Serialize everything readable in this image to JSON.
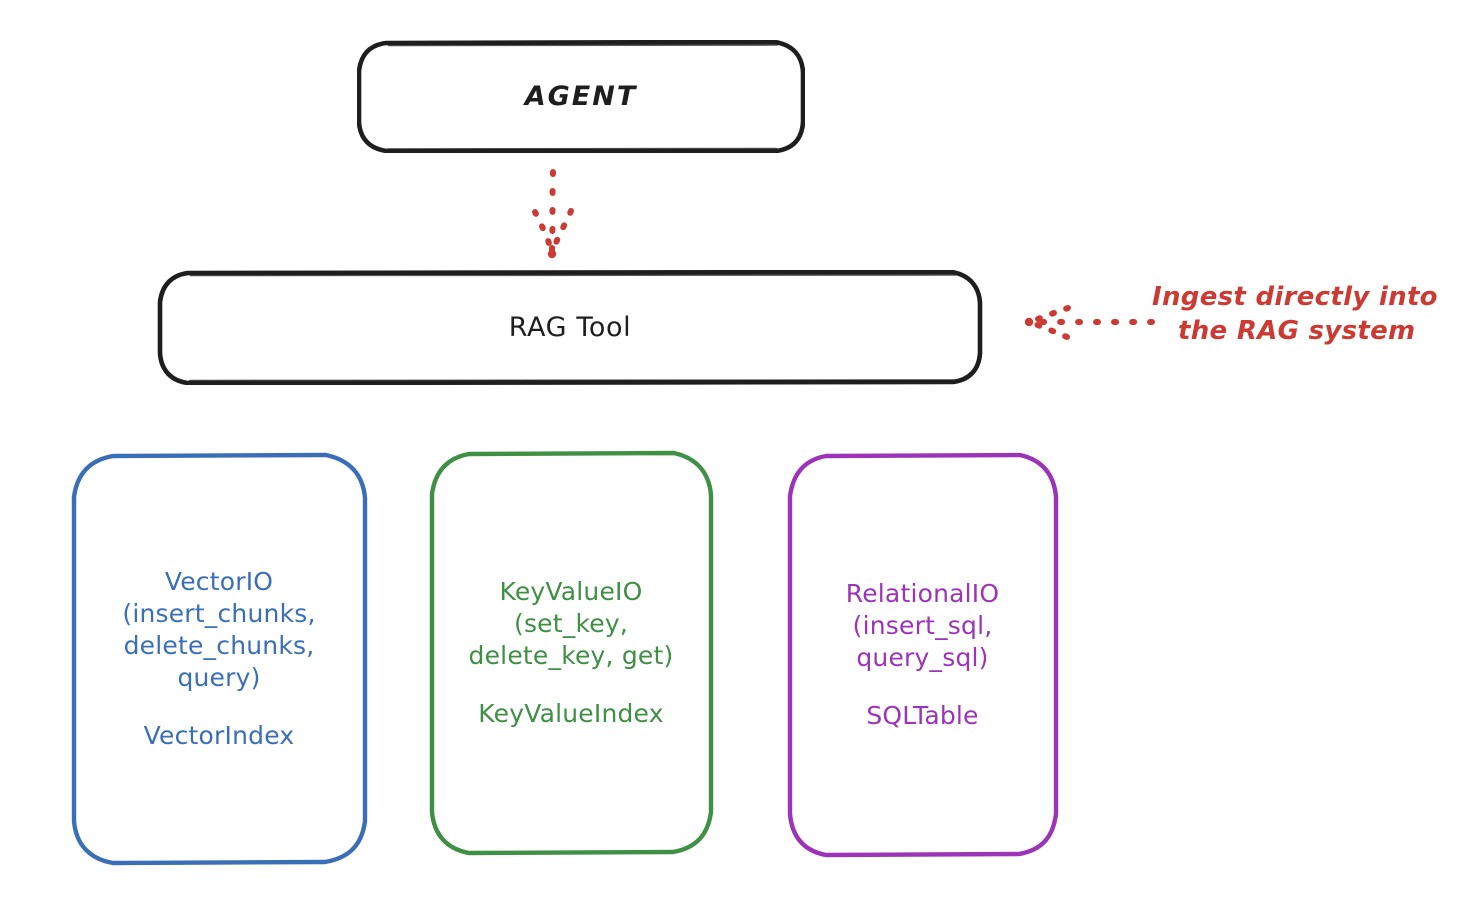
{
  "diagram": {
    "title_nodes": {
      "agent": {
        "label": "AGENT",
        "color": "#1e1e1e"
      },
      "rag_tool": {
        "label": "RAG Tool",
        "color": "#1e1e1e"
      }
    },
    "annotation": {
      "line1": "Ingest directly into",
      "line2": "the RAG system",
      "color": "#cc3b33",
      "arrow": "dotted-arrow-left-icon"
    },
    "connector": {
      "agent_to_rag": "dotted-arrow-down-icon",
      "color": "#cc3b33"
    },
    "providers": [
      {
        "id": "vector-io",
        "color": "#3a6fb8",
        "lines": [
          "VectorIO",
          "(insert_chunks,",
          "delete_chunks,",
          "query)"
        ],
        "index": "VectorIndex"
      },
      {
        "id": "key-value-io",
        "color": "#3f8f45",
        "lines": [
          "KeyValueIO",
          "(set_key,",
          "delete_key, get)"
        ],
        "index": "KeyValueIndex"
      },
      {
        "id": "relational-io",
        "color": "#9b34b8",
        "lines": [
          "RelationalIO",
          "(insert_sql,",
          "query_sql)"
        ],
        "index": "SQLTable"
      }
    ]
  }
}
